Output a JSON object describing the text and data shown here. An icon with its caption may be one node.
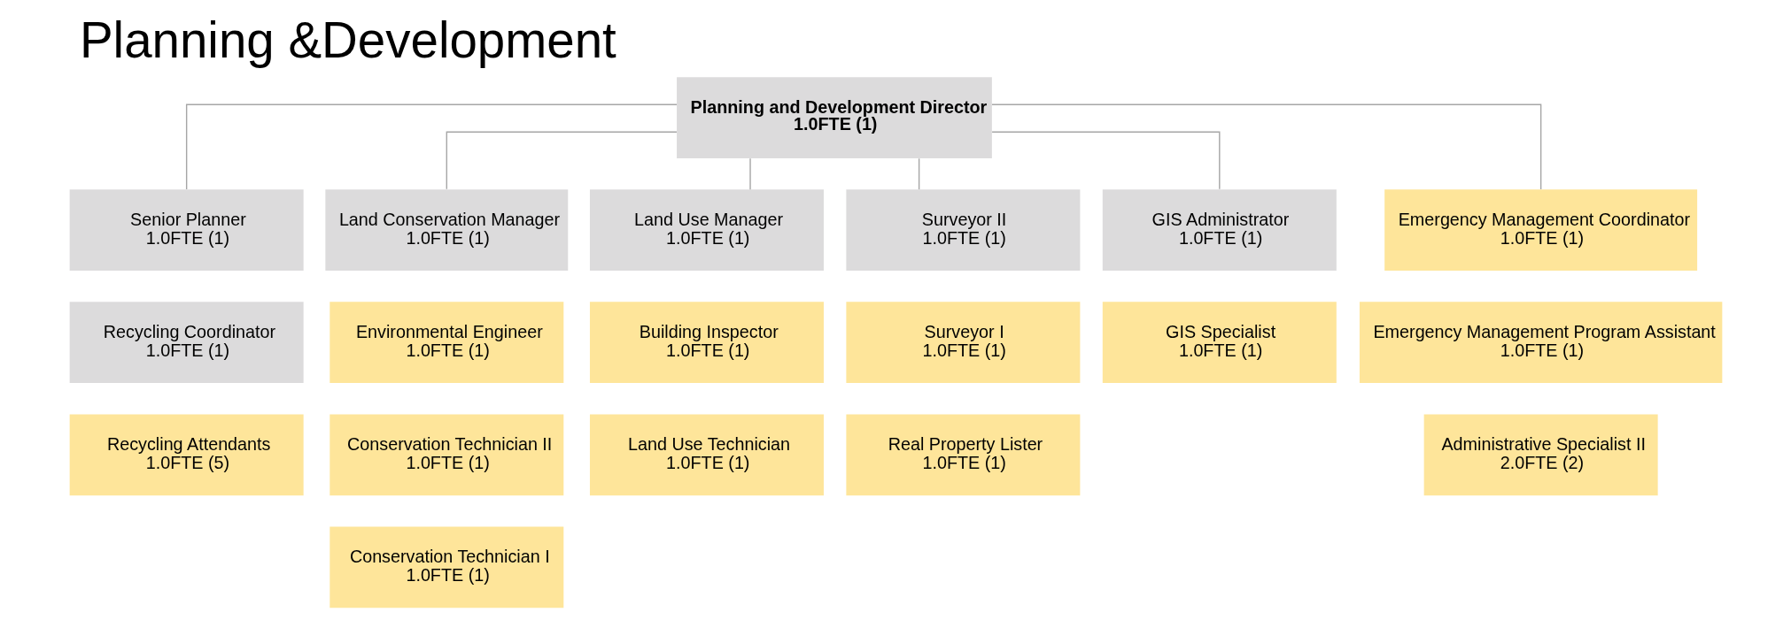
{
  "diagram": {
    "title": "Planning &Development",
    "nodes": [
      {
        "text": [
          "Planning and Development Director",
          "1.0FTE (1)"
        ]
      },
      {
        "text": [
          "Senior Planner",
          "1.0FTE (1)"
        ]
      },
      {
        "text": [
          "Recycling Coordinator",
          "1.0FTE (1)"
        ]
      },
      {
        "text": [
          "Recycling Attendants",
          "1.0FTE (5)"
        ]
      },
      {
        "text": [
          "Land Conservation Manager",
          "1.0FTE (1)"
        ]
      },
      {
        "text": [
          "Environmental Engineer",
          "1.0FTE (1)"
        ]
      },
      {
        "text": [
          "Conservation Technician II",
          "1.0FTE (1)"
        ]
      },
      {
        "text": [
          "Conservation Technician I",
          "1.0FTE (1)"
        ]
      },
      {
        "text": [
          "Land Use Manager",
          "1.0FTE (1)"
        ]
      },
      {
        "text": [
          "Building Inspector",
          "1.0FTE (1)"
        ]
      },
      {
        "text": [
          "Land Use Technician",
          "1.0FTE (1)"
        ]
      },
      {
        "text": [
          "Surveyor II",
          "1.0FTE (1)"
        ]
      },
      {
        "text": [
          "Surveyor I",
          "1.0FTE (1)"
        ]
      },
      {
        "text": [
          "Real Property Lister",
          "1.0FTE (1)"
        ]
      },
      {
        "text": [
          "GIS Administrator",
          "1.0FTE (1)"
        ]
      },
      {
        "text": [
          "GIS Specialist",
          "1.0FTE (1)"
        ]
      },
      {
        "text": [
          "Emergency Management Coordinator",
          "1.0FTE (1)"
        ]
      },
      {
        "text": [
          "Emergency Management Program Assistant",
          "1.0FTE (1)"
        ]
      },
      {
        "text": [
          "Administrative Specialist II",
          "2.0FTE (2)"
        ]
      }
    ],
    "edges": [
      {
        "from": 0,
        "to": 1,
        "arrow": "none"
      },
      {
        "from": 0,
        "to": 4,
        "arrow": "none"
      },
      {
        "from": 0,
        "to": 8,
        "arrow": "none"
      },
      {
        "from": 0,
        "to": 11,
        "arrow": "none"
      },
      {
        "from": 0,
        "to": 14,
        "arrow": "none"
      },
      {
        "from": 0,
        "to": 16,
        "arrow": "none"
      }
    ]
  }
}
